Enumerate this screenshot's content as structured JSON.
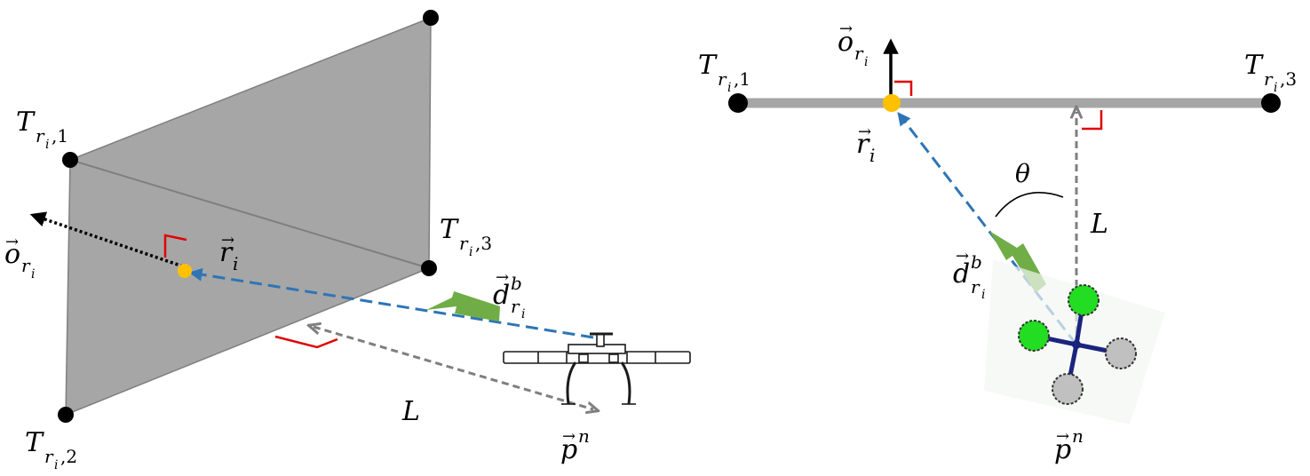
{
  "left_view": {
    "vertex_labels": [
      {
        "main": "T",
        "sub": "r",
        "subsub": "i",
        "index": ",1"
      },
      {
        "main": "T",
        "sub": "r",
        "subsub": "i",
        "index": ",2"
      },
      {
        "main": "T",
        "sub": "r",
        "subsub": "i",
        "index": ",3"
      }
    ],
    "o_label": {
      "main": "o",
      "sub": "r",
      "subsub": "i",
      "vec": "→"
    },
    "r_label": {
      "main": "r",
      "sub": "i",
      "vec": "→"
    },
    "d_label": {
      "main": "d",
      "sup": "b",
      "sub": "r",
      "subsub": "i",
      "vec": "→"
    },
    "L_label": "L",
    "p_label": {
      "main": "p",
      "sup": "n",
      "vec": "→"
    }
  },
  "right_view": {
    "vertex_labels": [
      {
        "main": "T",
        "sub": "r",
        "subsub": "i",
        "index": ",1"
      },
      {
        "main": "T",
        "sub": "r",
        "subsub": "i",
        "index": ",3"
      }
    ],
    "o_label": {
      "main": "o",
      "sub": "r",
      "subsub": "i",
      "vec": "→"
    },
    "r_label": {
      "main": "r",
      "sub": "i",
      "vec": "→"
    },
    "theta_label": "θ",
    "L_label": "L",
    "d_label": {
      "main": "d",
      "sup": "b",
      "sub": "r",
      "subsub": "i",
      "vec": "→"
    },
    "p_label": {
      "main": "p",
      "sup": "n",
      "vec": "→"
    }
  },
  "colors": {
    "plane_fill": "#a6a6a6",
    "plane_edge": "#7f7f7f",
    "vertex": "#000000",
    "point_r": "#ffc000",
    "ray_blue": "#2e75b6",
    "arrow_green": "#70ad47",
    "dashed_gray": "#7f7f7f",
    "right_angle_red": "#e00000",
    "rotor_active": "#22dd22",
    "rotor_idle": "#c0c0c0",
    "drone_frame": "#1a237e"
  }
}
